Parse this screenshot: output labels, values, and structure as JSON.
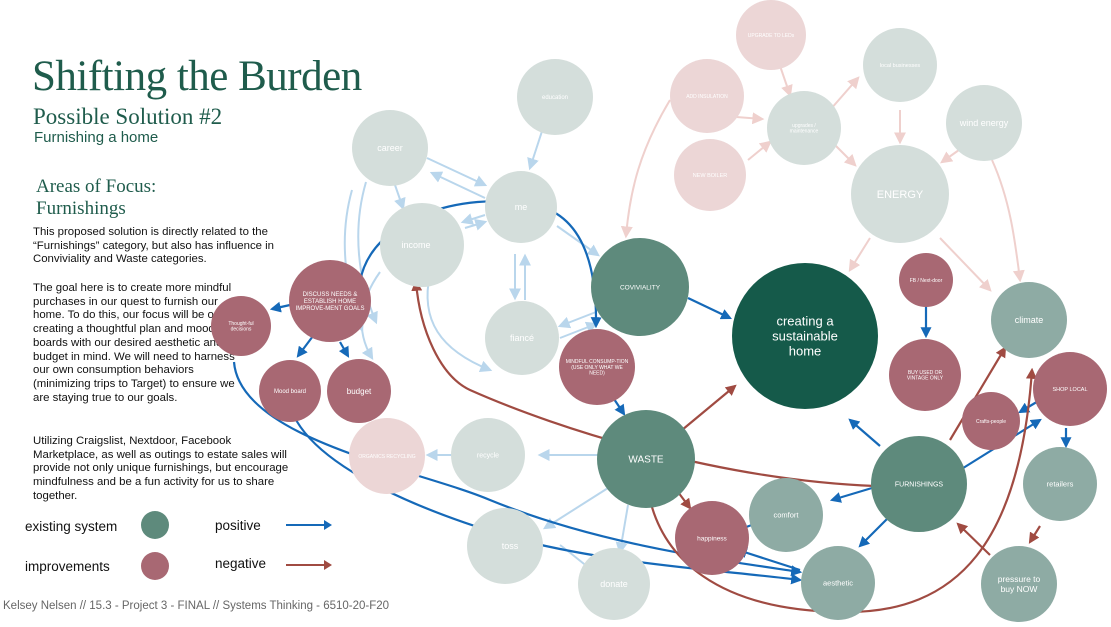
{
  "header": {
    "title": "Shifting the Burden",
    "subtitle": "Possible Solution #2",
    "subsubtitle": "Furnishing a home"
  },
  "section": {
    "heading_line1": "Areas of Focus:",
    "heading_line2": "Furnishings",
    "p1": "This proposed solution is directly related to the “Furnishings” category, but also has influence in Conviviality and Waste categories.",
    "p2": "The goal here is to create more mindful purchases in our quest to furnish our home.  To do this, our focus will be on creating a thoughtful plan and mood boards with our desired aesthetic and budget in mind. We will need to harness our own consumption behaviors (minimizing trips to Target) to ensure we are staying true to our goals.",
    "p3": "Utilizing Craigslist, Nextdoor, Facebook Marketplace, as well as outings to estate sales will provide not only unique furnishings, but encourage mindfulness and be a fun activity for us to share together."
  },
  "legend": {
    "existing_system": "existing system",
    "improvements": "improvements",
    "positive": "positive",
    "negative": "negative"
  },
  "footer": "Kelsey Nelsen // 15.3 - Project 3 - FINAL // Systems Thinking - 6510-20-F20",
  "colors": {
    "title": "#1f5c4c",
    "existing_faded": "#d4dedb",
    "existing_mid": "#8eaba4",
    "existing_strong": "#5e8a7c",
    "center": "#155a4a",
    "improvement_strong": "#a86873",
    "improvement_faded": "#ecd6d6",
    "positive_arrow": "#1569b8",
    "negative_arrow": "#a04b42",
    "faded_blue_arrow": "#b9d6ec",
    "faded_pink_arrow": "#efd0cd"
  },
  "nodes": [
    {
      "id": "career",
      "label": "career",
      "kind": "existing_faded"
    },
    {
      "id": "education",
      "label": "education",
      "kind": "existing_faded"
    },
    {
      "id": "me",
      "label": "me",
      "kind": "existing_faded"
    },
    {
      "id": "income",
      "label": "income",
      "kind": "existing_faded"
    },
    {
      "id": "fiance",
      "label": "fiancé",
      "kind": "existing_faded"
    },
    {
      "id": "upgrade_leds",
      "label": "UPGRADE TO LEDs",
      "kind": "improvement_faded"
    },
    {
      "id": "add_insulation",
      "label": "ADD INSULATION",
      "kind": "improvement_faded"
    },
    {
      "id": "new_boiler",
      "label": "NEW BOILER",
      "kind": "improvement_faded"
    },
    {
      "id": "upgrades",
      "label": "upgrades / maintenance",
      "kind": "existing_faded"
    },
    {
      "id": "local_businesses",
      "label": "local businesses",
      "kind": "existing_faded"
    },
    {
      "id": "wind_energy",
      "label": "wind energy",
      "kind": "existing_faded"
    },
    {
      "id": "energy",
      "label": "ENERGY",
      "kind": "existing_faded"
    },
    {
      "id": "discuss",
      "label": "DISCUSS NEEDS & ESTABLISH HOME IMPROVE-MENT GOALS",
      "kind": "improvement_strong"
    },
    {
      "id": "thoughtful",
      "label": "Thought-ful decisions",
      "kind": "improvement_strong"
    },
    {
      "id": "mood_board",
      "label": "Mood board",
      "kind": "improvement_strong"
    },
    {
      "id": "budget",
      "label": "budget",
      "kind": "improvement_strong"
    },
    {
      "id": "conviviality",
      "label": "COVIVIALITY",
      "kind": "existing_strong"
    },
    {
      "id": "mindful",
      "label": "MINDFUL CONSUMP-TION (USE ONLY WHAT WE NEED)",
      "kind": "improvement_strong"
    },
    {
      "id": "center",
      "label": "creating a sustainable home",
      "kind": "center"
    },
    {
      "id": "fb",
      "label": "FB / Next-door",
      "kind": "improvement_strong"
    },
    {
      "id": "buy_used",
      "label": "BUY USED OR VINTAGE ONLY",
      "kind": "improvement_strong"
    },
    {
      "id": "climate",
      "label": "climate",
      "kind": "existing_mid"
    },
    {
      "id": "shop_local",
      "label": "SHOP LOCAL",
      "kind": "improvement_strong"
    },
    {
      "id": "crafts",
      "label": "Crafts-people",
      "kind": "improvement_strong"
    },
    {
      "id": "organics",
      "label": "ORGANICS RECYCLING",
      "kind": "improvement_faded"
    },
    {
      "id": "recycle",
      "label": "recycle",
      "kind": "existing_faded"
    },
    {
      "id": "waste",
      "label": "WASTE",
      "kind": "existing_strong"
    },
    {
      "id": "toss",
      "label": "toss",
      "kind": "existing_faded"
    },
    {
      "id": "donate",
      "label": "donate",
      "kind": "existing_faded"
    },
    {
      "id": "happiness",
      "label": "happiness",
      "kind": "improvement_strong"
    },
    {
      "id": "comfort",
      "label": "comfort",
      "kind": "existing_mid"
    },
    {
      "id": "furnishings",
      "label": "FURNISHINGS",
      "kind": "existing_strong"
    },
    {
      "id": "aesthetic",
      "label": "aesthetic",
      "kind": "existing_mid"
    },
    {
      "id": "retailers",
      "label": "retailers",
      "kind": "existing_mid"
    },
    {
      "id": "pressure",
      "label": "pressure to buy NOW",
      "kind": "existing_mid"
    }
  ]
}
